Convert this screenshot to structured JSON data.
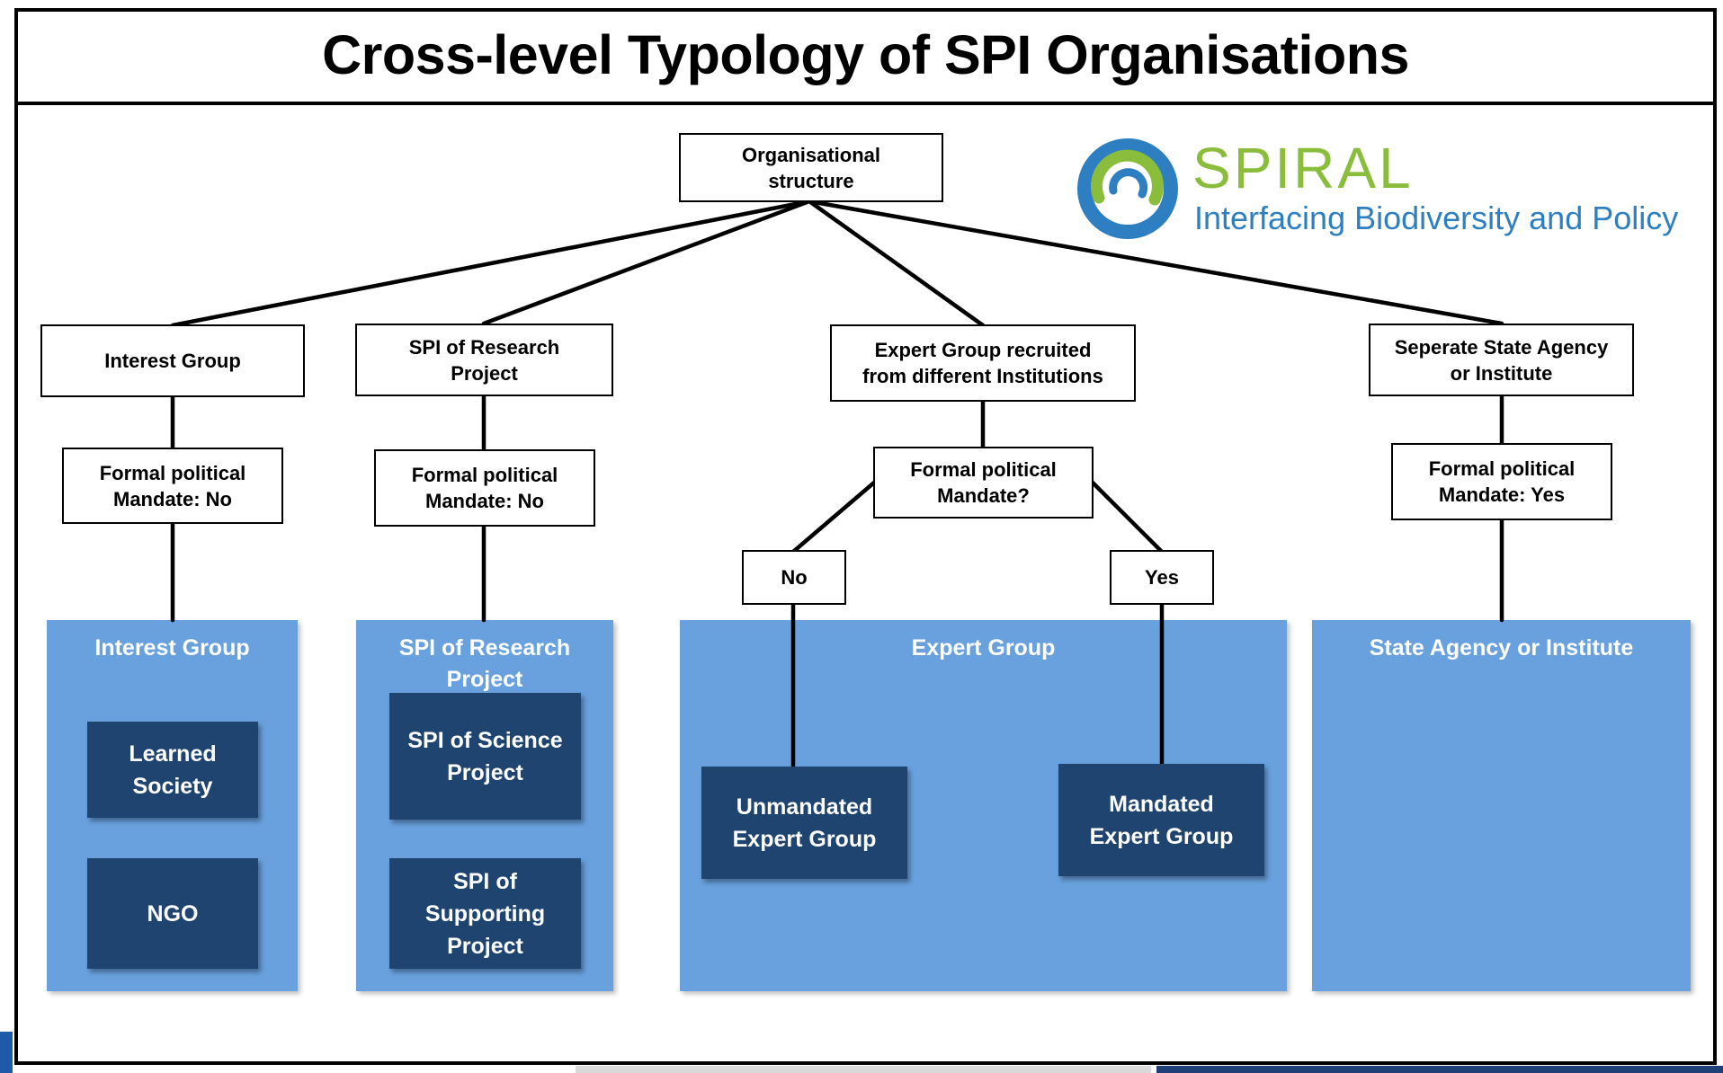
{
  "title": "Cross-level Typology of SPI Organisations",
  "logo": {
    "name": "SPIRAL",
    "tagline": "Interfacing Biodiversity and Policy",
    "colors": {
      "green": "#8bbd3c",
      "blue": "#2d7fc1"
    }
  },
  "root": "Organisational\nstructure",
  "branches": {
    "interest": {
      "type": "Interest Group",
      "mandate": "Formal political\nMandate: No",
      "panel_title": "Interest Group",
      "items": [
        "Learned\nSociety",
        "NGO"
      ]
    },
    "research": {
      "type": "SPI of Research\nProject",
      "mandate": "Formal political\nMandate: No",
      "panel_title": "SPI of Research\nProject",
      "items": [
        "SPI of Science\nProject",
        "SPI of\nSupporting\nProject"
      ]
    },
    "expert": {
      "type": "Expert Group recruited\nfrom different Institutions",
      "mandate": "Formal political\nMandate?",
      "no_label": "No",
      "yes_label": "Yes",
      "panel_title": "Expert Group",
      "items": [
        "Unmandated\nExpert Group",
        "Mandated\nExpert Group"
      ]
    },
    "state": {
      "type": "Seperate State Agency\nor Institute",
      "mandate": "Formal political\nMandate: Yes",
      "panel_title": "State Agency or Institute"
    }
  },
  "colors": {
    "panel": "#68a1de",
    "dark_box": "#1e446f",
    "line": "#000000"
  }
}
